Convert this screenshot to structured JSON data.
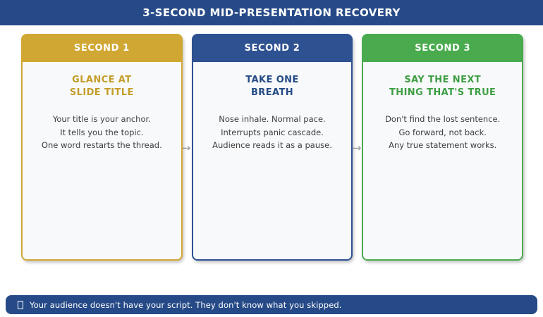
{
  "header": {
    "title": "3-SECOND MID-PRESENTATION RECOVERY",
    "bg_color": "#264a87",
    "text_color": "#ffffff"
  },
  "cards": [
    {
      "label": "SECOND 1",
      "subtitle": "GLANCE AT\nSLIDE TITLE",
      "body_lines": [
        "Your title is your anchor.",
        "It tells you the topic.",
        "One word restarts the thread."
      ],
      "accent_color": "#d1a733",
      "subtitle_color": "#c49d28"
    },
    {
      "label": "SECOND 2",
      "subtitle": "TAKE ONE\nBREATH",
      "body_lines": [
        "Nose inhale. Normal pace.",
        "Interrupts panic cascade.",
        "Audience reads it as a pause."
      ],
      "accent_color": "#2e5191",
      "subtitle_color": "#254b85"
    },
    {
      "label": "SECOND 3",
      "subtitle": "SAY THE NEXT\nTHING THAT'S TRUE",
      "body_lines": [
        "Don't find the lost sentence.",
        "Go forward, not back.",
        "Any true statement works."
      ],
      "accent_color": "#4aab4e",
      "subtitle_color": "#3f9e44"
    }
  ],
  "arrows": {
    "glyph": "→",
    "color": "#9a9a9a"
  },
  "footer": {
    "icon": "missing-glyph-box",
    "note": "Your audience doesn't have your script. They don't know what you skipped.",
    "bg_color": "#264a87"
  }
}
